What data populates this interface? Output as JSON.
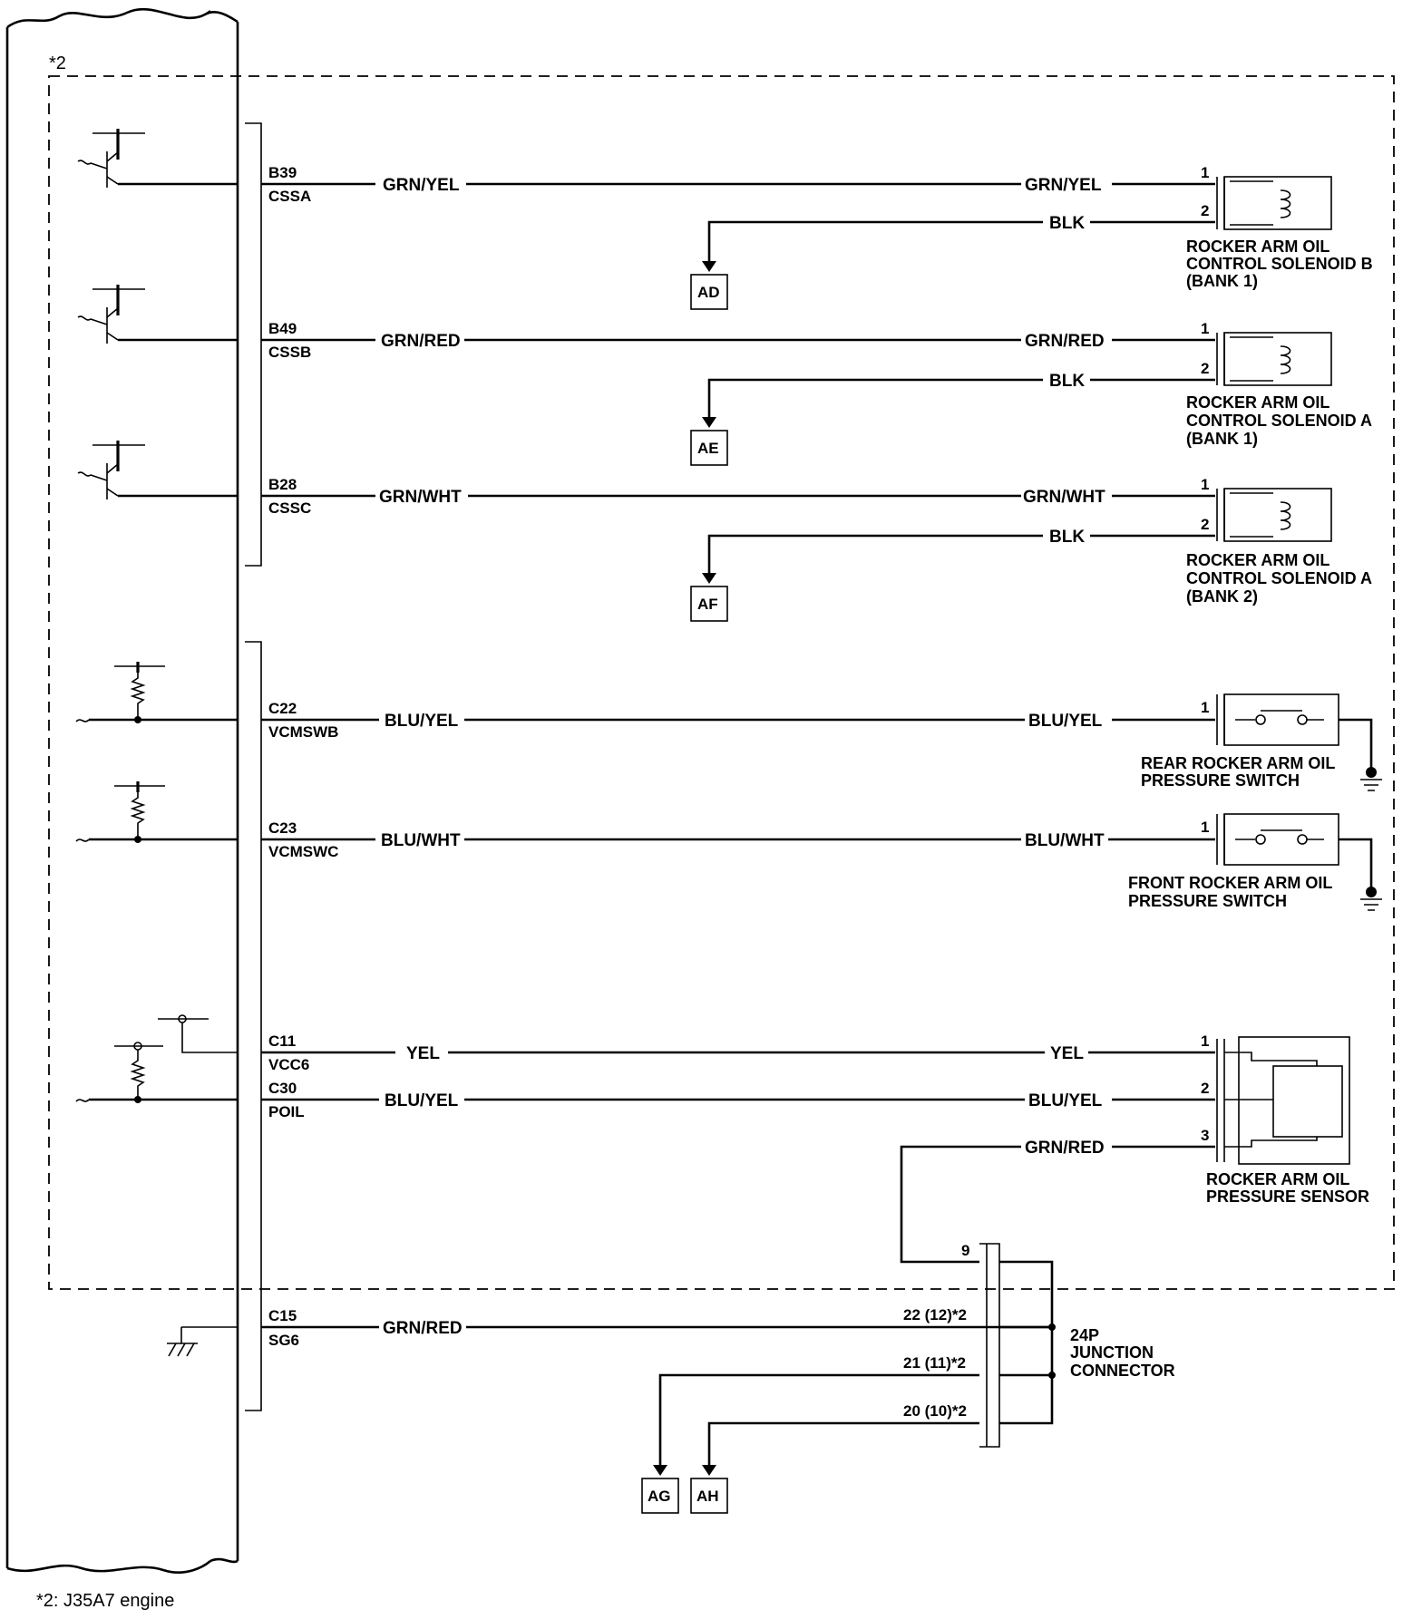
{
  "notes": {
    "bank_note_marker": "*2",
    "footnote": "*2: J35A7 engine"
  },
  "pcm_pins": [
    {
      "pin": "B39",
      "signal": "CSSA"
    },
    {
      "pin": "B49",
      "signal": "CSSB"
    },
    {
      "pin": "B28",
      "signal": "CSSC"
    },
    {
      "pin": "C22",
      "signal": "VCMSWB"
    },
    {
      "pin": "C23",
      "signal": "VCMSWC"
    },
    {
      "pin": "C11",
      "signal": "VCC6"
    },
    {
      "pin": "C30",
      "signal": "POIL"
    },
    {
      "pin": "C15",
      "signal": "SG6"
    }
  ],
  "wires": {
    "cssa": {
      "left": "GRN/YEL",
      "right": "GRN/YEL",
      "ground": "BLK"
    },
    "cssb": {
      "left": "GRN/RED",
      "right": "GRN/RED",
      "ground": "BLK"
    },
    "cssc": {
      "left": "GRN/WHT",
      "right": "GRN/WHT",
      "ground": "BLK"
    },
    "vcmswb": {
      "left": "BLU/YEL",
      "right": "BLU/YEL"
    },
    "vcmswc": {
      "left": "BLU/WHT",
      "right": "BLU/WHT"
    },
    "vcc6": {
      "left": "YEL",
      "right": "YEL"
    },
    "poil": {
      "left": "BLU/YEL",
      "right": "BLU/YEL"
    },
    "sensor_ground": "GRN/RED",
    "sg6": "GRN/RED"
  },
  "components": {
    "solenoid_b_bank1": {
      "line1": "ROCKER ARM OIL",
      "line2": "CONTROL SOLENOID B",
      "line3": "(BANK 1)",
      "pin1": "1",
      "pin2": "2"
    },
    "solenoid_a_bank1": {
      "line1": "ROCKER ARM OIL",
      "line2": "CONTROL SOLENOID A",
      "line3": "(BANK 1)",
      "pin1": "1",
      "pin2": "2"
    },
    "solenoid_a_bank2": {
      "line1": "ROCKER ARM OIL",
      "line2": "CONTROL SOLENOID A",
      "line3": "(BANK 2)",
      "pin1": "1",
      "pin2": "2"
    },
    "rear_switch": {
      "line1": "REAR ROCKER ARM OIL",
      "line2": "PRESSURE SWITCH",
      "pin1": "1"
    },
    "front_switch": {
      "line1": "FRONT ROCKER ARM OIL",
      "line2": "PRESSURE SWITCH",
      "pin1": "1"
    },
    "pressure_sensor": {
      "line1": "ROCKER ARM OIL",
      "line2": "PRESSURE SENSOR",
      "pin1": "1",
      "pin2": "2",
      "pin3": "3"
    },
    "junction": {
      "line1": "24P",
      "line2": "JUNCTION",
      "line3": "CONNECTOR",
      "pin9": "9",
      "pin22": "22 (12)*2",
      "pin21": "21 (11)*2",
      "pin20": "20 (10)*2"
    }
  },
  "ground_refs": {
    "ad": "AD",
    "ae": "AE",
    "af": "AF",
    "ag": "AG",
    "ah": "AH"
  }
}
